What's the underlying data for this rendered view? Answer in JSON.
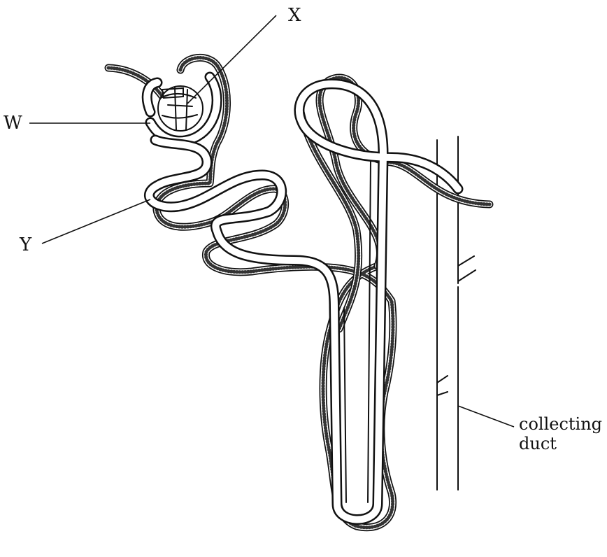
{
  "labels": {
    "w": "W",
    "x": "X",
    "y": "Y",
    "collecting_duct_line1": "collecting",
    "collecting_duct_line2": "duct"
  },
  "colors": {
    "line": "#111111",
    "background": "#ffffff"
  }
}
